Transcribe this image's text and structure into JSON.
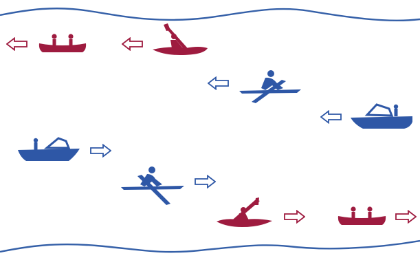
{
  "colors": {
    "water": "#3560a8",
    "maroon": "#9e1b3f",
    "blue": "#2e57a6",
    "arrow_maroon": "#9e1b3f",
    "arrow_blue": "#2e57a6"
  },
  "lanes": [
    {
      "id": "canoe-left",
      "vessel": "canoe",
      "color": "maroon",
      "direction": "left"
    },
    {
      "id": "kayak-left",
      "vessel": "kayak",
      "color": "maroon",
      "direction": "left"
    },
    {
      "id": "rowing-left",
      "vessel": "rowing-scull",
      "color": "blue",
      "direction": "left"
    },
    {
      "id": "motorboat-left",
      "vessel": "motorboat",
      "color": "blue",
      "direction": "left"
    },
    {
      "id": "motorboat-right",
      "vessel": "motorboat",
      "color": "blue",
      "direction": "right"
    },
    {
      "id": "rowing-right",
      "vessel": "rowing-scull",
      "color": "blue",
      "direction": "right"
    },
    {
      "id": "kayak-right",
      "vessel": "kayak",
      "color": "maroon",
      "direction": "right"
    },
    {
      "id": "canoe-right",
      "vessel": "canoe",
      "color": "maroon",
      "direction": "right"
    }
  ],
  "icons": {
    "left_arrow": "arrow-left-icon",
    "right_arrow": "arrow-right-icon",
    "canoe": "canoe-icon",
    "kayak": "kayak-icon",
    "rowing": "rowing-icon",
    "motorboat": "motorboat-icon",
    "wave": "wave-line"
  }
}
